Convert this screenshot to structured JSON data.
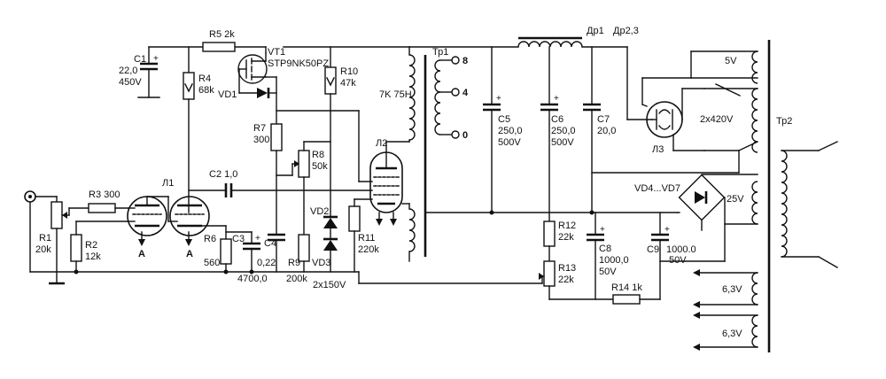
{
  "labels": {
    "R5": "R5 2k",
    "C1_name": "C1",
    "C1_val1": "22,0",
    "C1_val2": "450V",
    "R4_name": "R4",
    "R4_val": "68k",
    "VT1_name": "VT1",
    "VT1_part": "STP9NK50PZ",
    "VD1": "VD1",
    "R10_name": "R10",
    "R10_val": "47k",
    "Tp1": "Тр1",
    "tap8": "8",
    "tap4": "4",
    "tap0": "0",
    "impedance": "7K 75H",
    "R7_name": "R7",
    "R7_val": "300",
    "R8_name": "R8",
    "R8_val": "50k",
    "C2": "C2 1,0",
    "L1": "Л1",
    "L2": "Л2",
    "R3": "R3 300",
    "R1_name": "R1",
    "R1_val": "20k",
    "R2_name": "R2",
    "R2_val": "12k",
    "A1": "A",
    "A2": "A",
    "R6_name": "R6",
    "R6_val": "560",
    "C3_name": "C3",
    "C3_val": "4700,0",
    "C4_name": "C4",
    "C4_val": "0,22",
    "R9_name": "R9",
    "R9_val": "200k",
    "VD2": "VD2",
    "VD3": "VD3",
    "diodes_val": "2x150V",
    "R11_name": "R11",
    "R11_val": "220k",
    "Dr1": "Др1",
    "Dr23": "Др2,3",
    "C5_name": "C5",
    "C5_val1": "250,0",
    "C5_val2": "500V",
    "C6_name": "C6",
    "C6_val1": "250,0",
    "C6_val2": "500V",
    "C7_name": "C7",
    "C7_val": "20,0",
    "L3": "Л3",
    "v5": "5V",
    "v2x420": "2x420V",
    "Tp2": "Тр2",
    "VD47": "VD4...VD7",
    "v25": "25V",
    "R12_name": "R12",
    "R12_val": "22k",
    "R13_name": "R13",
    "R13_val": "22k",
    "C8_name": "C8",
    "C8_val1": "1000,0",
    "C8_val2": "50V",
    "C9_name": "C9",
    "C9_val1": "1000.0",
    "C9_val2": "50V",
    "R14": "R14 1k",
    "v63a": "6,3V",
    "v63b": "6,3V"
  }
}
